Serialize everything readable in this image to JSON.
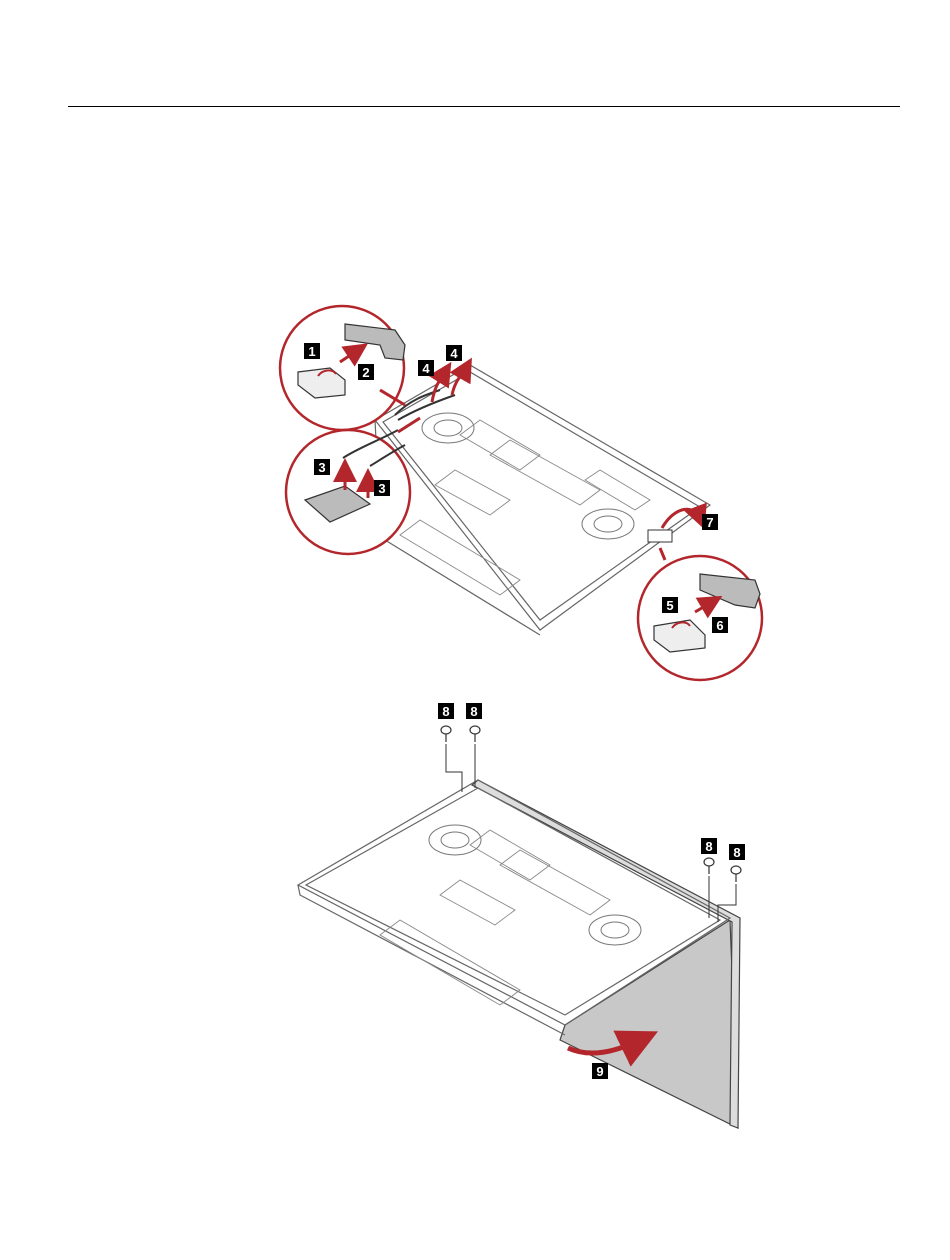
{
  "document": {
    "figure_top": {
      "callouts": [
        "1",
        "2",
        "3",
        "3",
        "4",
        "4",
        "5",
        "6",
        "7"
      ]
    },
    "figure_bottom": {
      "callouts": [
        "8",
        "8",
        "8",
        "8",
        "9"
      ]
    }
  },
  "colors": {
    "accent_red": "#b3262b",
    "callout_bg": "#000000",
    "line": "#555555",
    "panel_fill": "#c8c8c8"
  }
}
